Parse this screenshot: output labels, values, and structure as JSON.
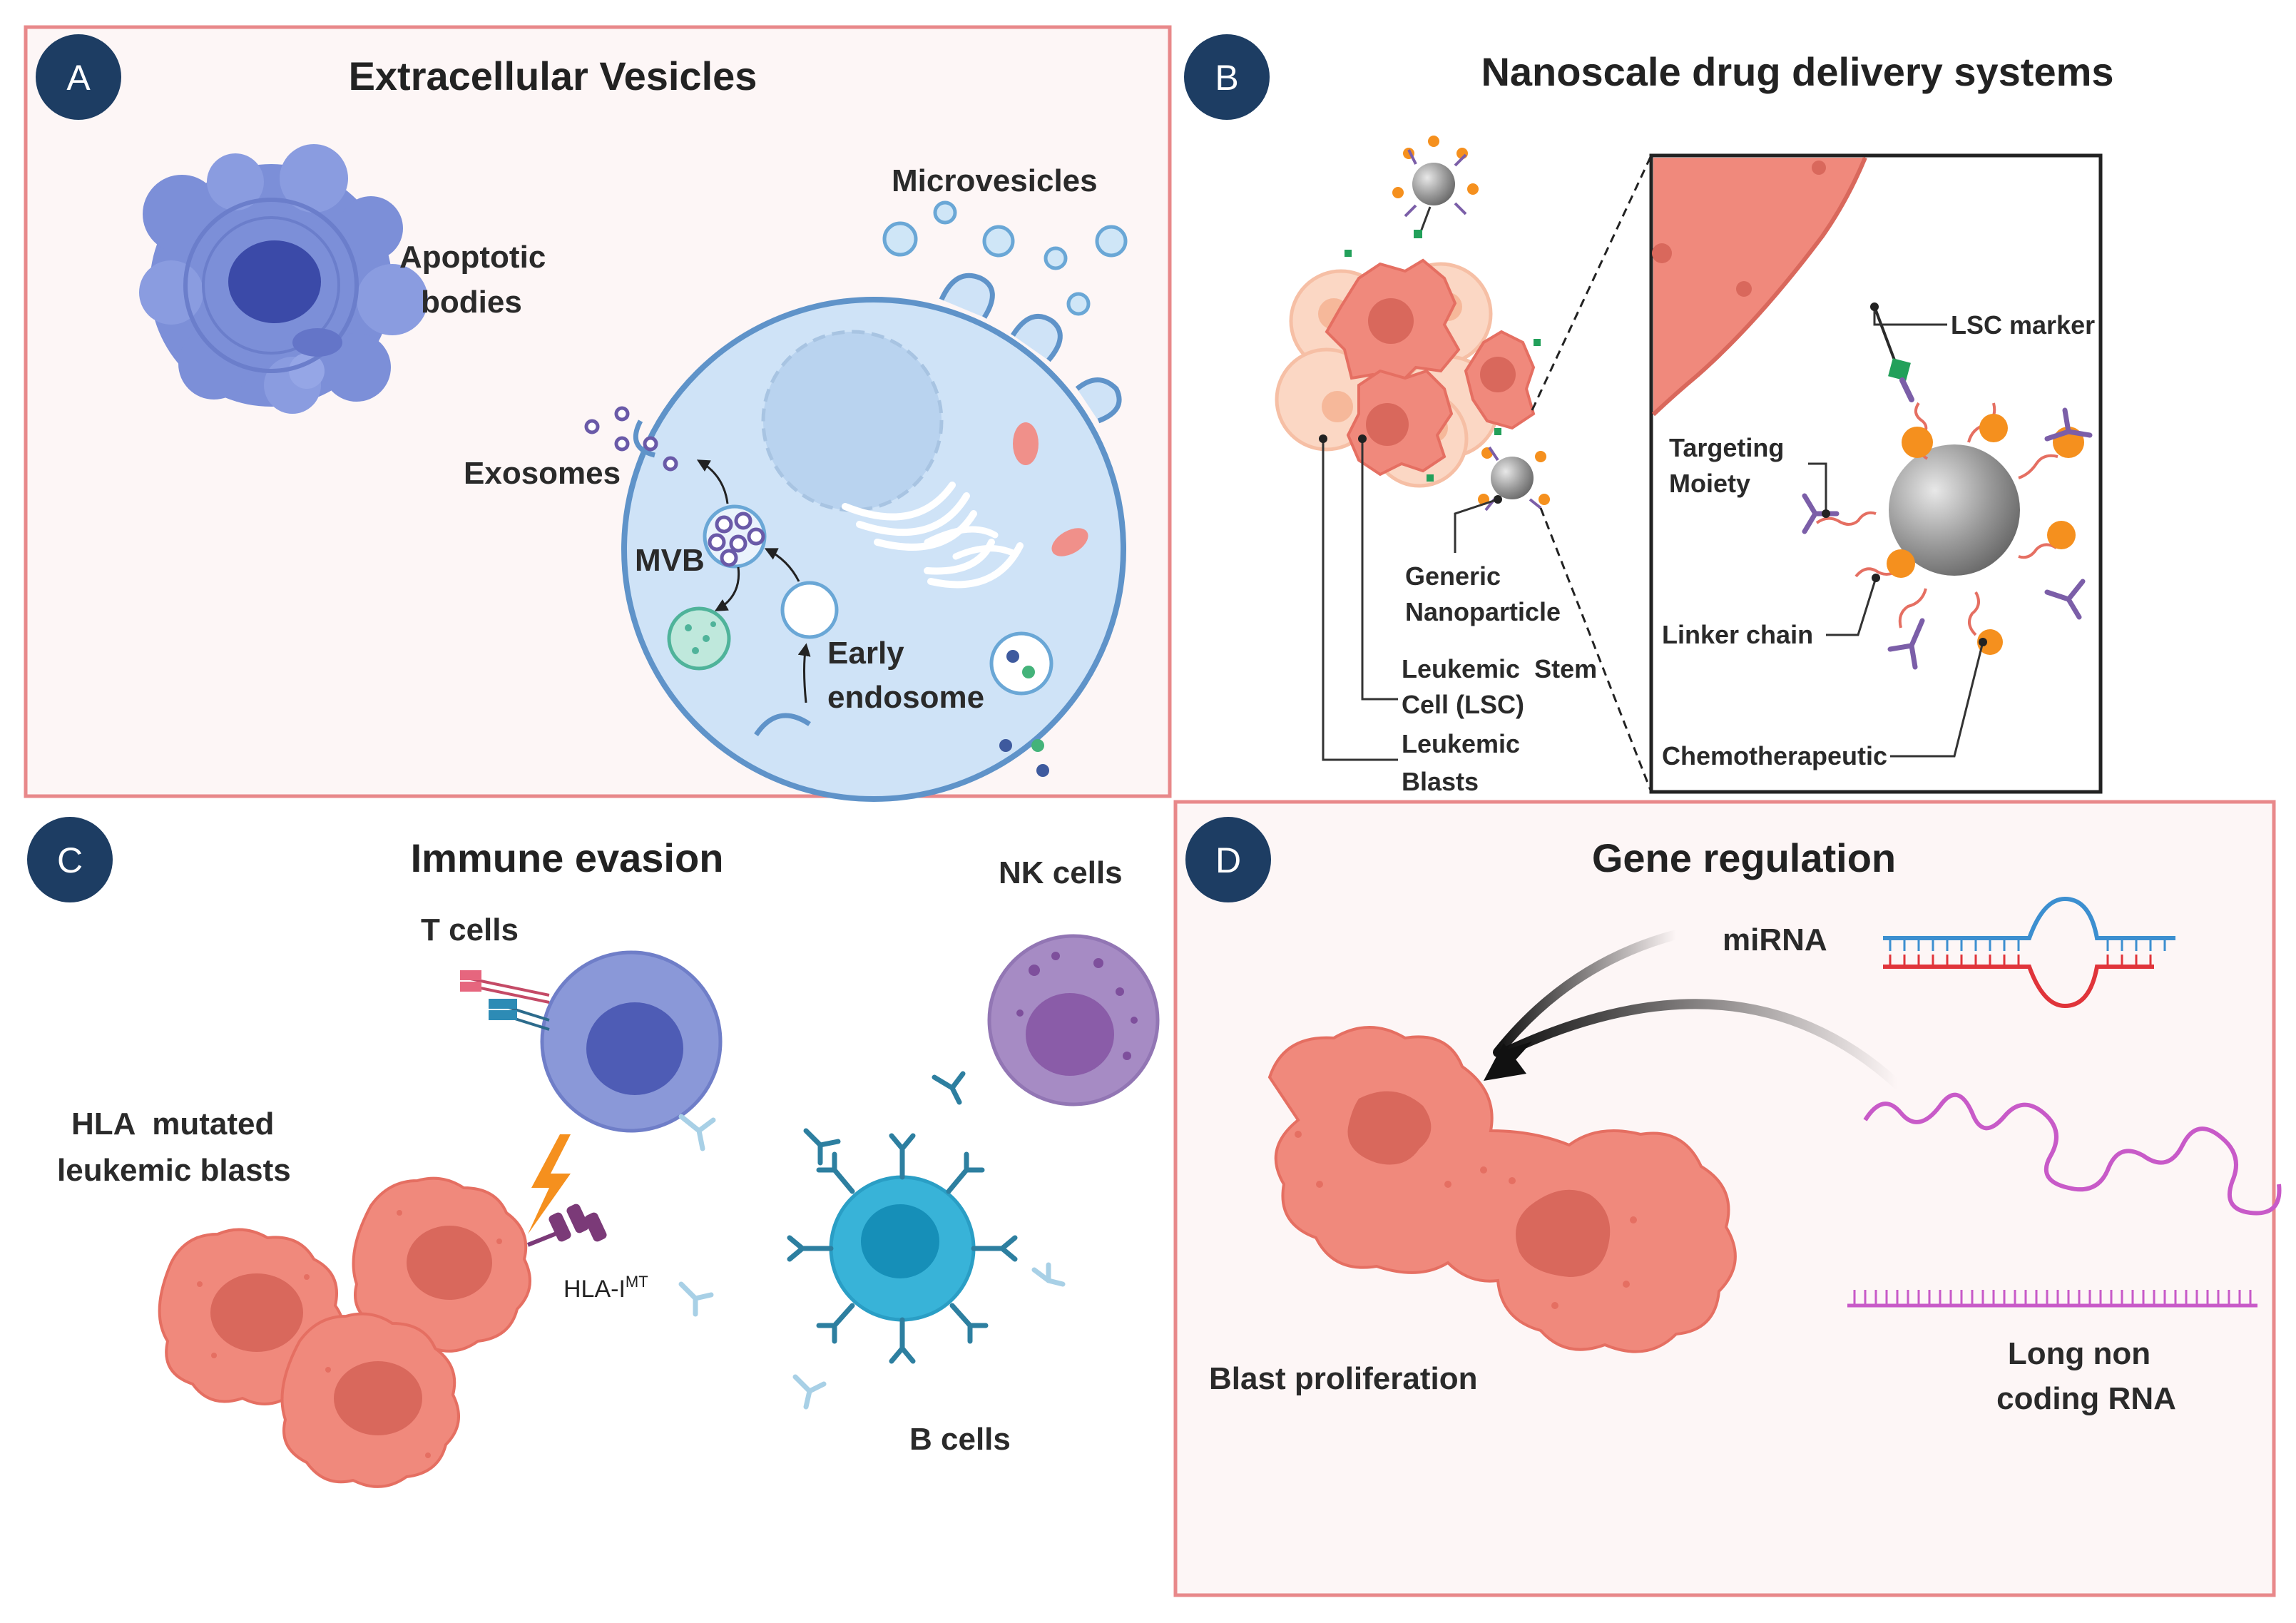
{
  "panels": {
    "a": {
      "badge": "A",
      "title": "Extracellular Vesicles",
      "labels": {
        "apoptotic_line1": "Apoptotic",
        "apoptotic_line2": "bodies",
        "microvesicles": "Microvesicles",
        "exosomes": "Exosomes",
        "mvb": "MVB",
        "early_line1": "Early",
        "early_line2": "endosome"
      }
    },
    "b": {
      "badge": "B",
      "title": "Nanoscale drug delivery systems",
      "labels": {
        "lsc_marker": "LSC marker",
        "targeting_line1": "Targeting",
        "targeting_line2": "Moiety",
        "linker_chain": "Linker chain",
        "chemotherapeutic": "Chemotherapeutic",
        "generic_line1": "Generic",
        "generic_line2": "Nanoparticle",
        "lsc_line1": "Leukemic  Stem",
        "lsc_line2": "Cell (LSC)",
        "blasts_line1": "Leukemic",
        "blasts_line2": "Blasts"
      }
    },
    "c": {
      "badge": "C",
      "title": "Immune evasion",
      "labels": {
        "t_cells": "T cells",
        "nk_cells": "NK cells",
        "hla_line1": "HLA  mutated",
        "hla_line2": "leukemic blasts",
        "hla_i": "HLA-I",
        "hla_i_sup": "MT",
        "b_cells": "B cells"
      }
    },
    "d": {
      "badge": "D",
      "title": "Gene regulation",
      "labels": {
        "mirna": "miRNA",
        "blast_proliferation": "Blast proliferation",
        "lnc_line1": "Long non",
        "lnc_line2": "coding RNA"
      }
    }
  },
  "colors": {
    "badge": "#1d3d63",
    "panel_border": "#e8888a",
    "panel_fill": "#fdf6f6",
    "apoptotic": "#7c8fd8",
    "cell_blue": "#cfe3f7",
    "blast": "#f0897c",
    "blast_nucleus": "#d9685c",
    "t_cell": "#8a98d8",
    "t_nucleus": "#4e5cb5",
    "nk_cell": "#a68bc4",
    "nk_nucleus": "#8a5ca8",
    "b_cell": "#38b3d8",
    "antibody": "#2d7fa0",
    "mirna_blue": "#3c8fd0",
    "mirna_red": "#e0343a",
    "lncrna": "#c85ac8",
    "nanoparticle": "#9a9a9a",
    "chemo": "#f5901e"
  }
}
